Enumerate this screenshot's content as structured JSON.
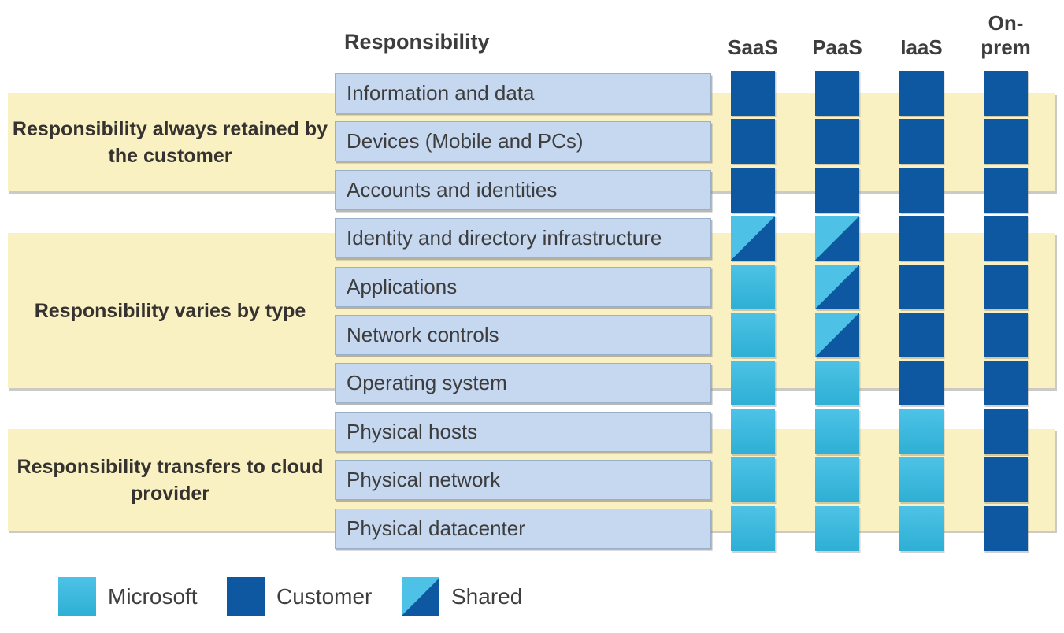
{
  "header": {
    "responsibility_label": "Responsibility",
    "columns": [
      "SaaS",
      "PaaS",
      "IaaS",
      "On-prem"
    ]
  },
  "groups": [
    {
      "label": "Responsibility always retained by the customer",
      "row_indexes": [
        0,
        1,
        2
      ]
    },
    {
      "label": "Responsibility varies by type",
      "row_indexes": [
        3,
        4,
        5,
        6
      ]
    },
    {
      "label": "Responsibility transfers to cloud provider",
      "row_indexes": [
        7,
        8,
        9
      ]
    }
  ],
  "matrix": {
    "columns": [
      "SaaS",
      "PaaS",
      "IaaS",
      "On-prem"
    ],
    "rows": [
      {
        "label": "Information and data",
        "cells": [
          "customer",
          "customer",
          "customer",
          "customer"
        ]
      },
      {
        "label": "Devices (Mobile and PCs)",
        "cells": [
          "customer",
          "customer",
          "customer",
          "customer"
        ]
      },
      {
        "label": "Accounts and identities",
        "cells": [
          "customer",
          "customer",
          "customer",
          "customer"
        ]
      },
      {
        "label": "Identity and directory infrastructure",
        "cells": [
          "shared",
          "shared",
          "customer",
          "customer"
        ]
      },
      {
        "label": "Applications",
        "cells": [
          "microsoft",
          "shared",
          "customer",
          "customer"
        ]
      },
      {
        "label": "Network controls",
        "cells": [
          "microsoft",
          "shared",
          "customer",
          "customer"
        ]
      },
      {
        "label": "Operating system",
        "cells": [
          "microsoft",
          "microsoft",
          "customer",
          "customer"
        ]
      },
      {
        "label": "Physical hosts",
        "cells": [
          "microsoft",
          "microsoft",
          "microsoft",
          "customer"
        ]
      },
      {
        "label": "Physical network",
        "cells": [
          "microsoft",
          "microsoft",
          "microsoft",
          "customer"
        ]
      },
      {
        "label": "Physical datacenter",
        "cells": [
          "microsoft",
          "microsoft",
          "microsoft",
          "customer"
        ]
      }
    ]
  },
  "legend": [
    {
      "label": "Microsoft",
      "type": "microsoft"
    },
    {
      "label": "Customer",
      "type": "customer"
    },
    {
      "label": "Shared",
      "type": "shared"
    }
  ],
  "colors": {
    "microsoft_cyan_top": "#4DC2E6",
    "microsoft_cyan_bottom": "#2EAFD4",
    "customer_blue": "#0E58A2",
    "band_yellow": "#FAF1C3",
    "row_pill_blue": "#C5D8F0",
    "text_dark": "#3D3D3D"
  }
}
